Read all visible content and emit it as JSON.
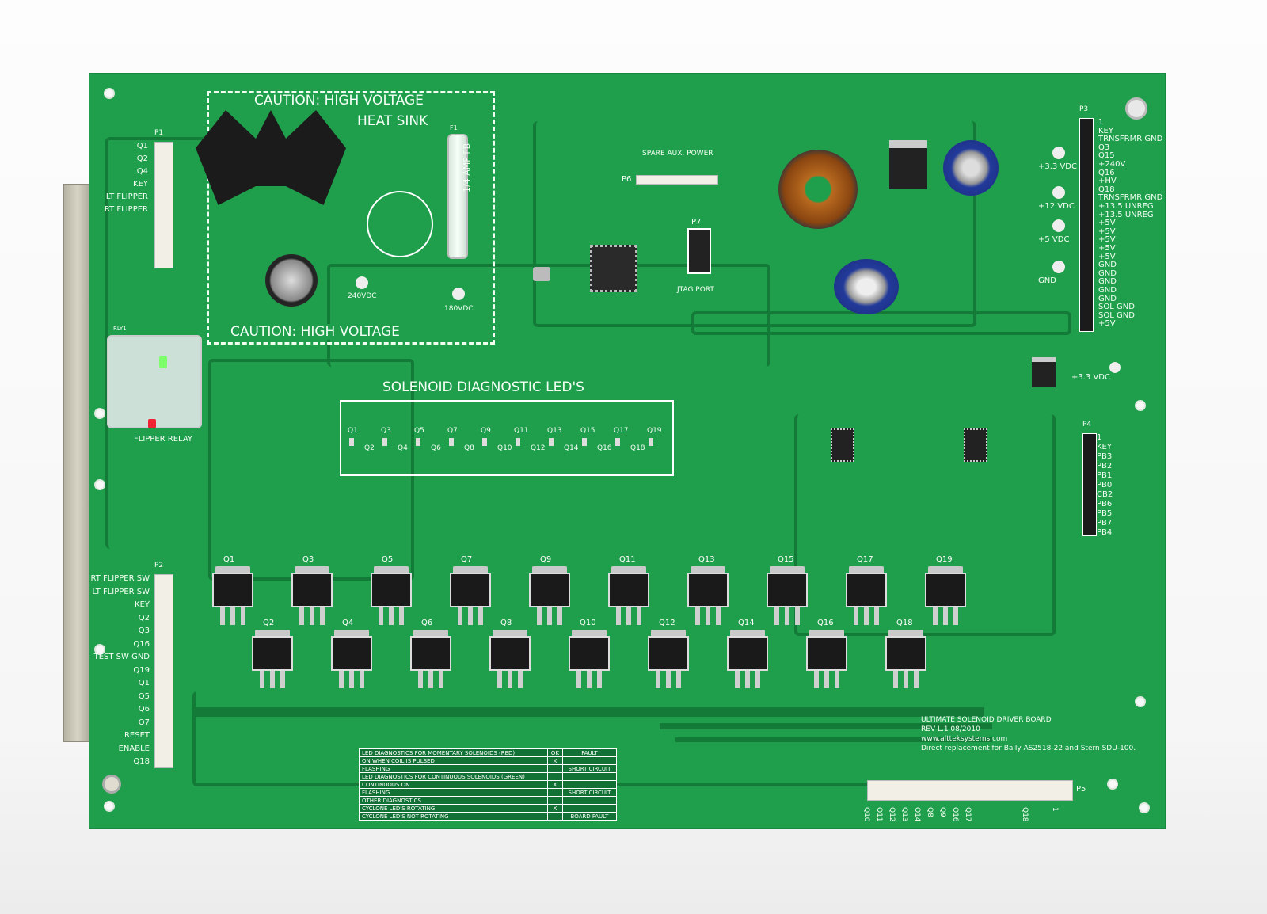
{
  "board": {
    "caution_top": "CAUTION:  HIGH VOLTAGE",
    "heat_sink": "HEAT SINK",
    "caution_bottom": "CAUTION:  HIGH VOLTAGE",
    "fuse": "1/4 AMP FB",
    "fuse_ref": "F1",
    "tp1": "240VDC",
    "tp2": "180VDC",
    "spare_aux": "SPARE AUX. POWER",
    "p6": "P6",
    "p7": "P7",
    "jtag": "JTAG PORT",
    "diag_title": "SOLENOID DIAGNOSTIC LED'S",
    "relay": "FLIPPER RELAY",
    "rly_ref": "RLY1",
    "tp_labels": [
      "+3.3 VDC",
      "+12 VDC",
      "+5 VDC",
      "GND"
    ],
    "tp3": "+3.3 VDC",
    "info": [
      "ULTIMATE SOLENOID DRIVER BOARD",
      "REV L.1   08/2010",
      "www.altteksystems.com",
      "Direct replacement for Bally AS2518-22 and Stern SDU-100."
    ]
  },
  "diag_leds": {
    "top": [
      "Q1",
      "Q3",
      "Q5",
      "Q7",
      "Q9",
      "Q11",
      "Q13",
      "Q15",
      "Q17",
      "Q19"
    ],
    "bottom": [
      "Q2",
      "Q4",
      "Q6",
      "Q8",
      "Q10",
      "Q12",
      "Q14",
      "Q16",
      "Q18"
    ]
  },
  "transistors": {
    "top": [
      "Q1",
      "Q3",
      "Q5",
      "Q7",
      "Q9",
      "Q11",
      "Q13",
      "Q15",
      "Q17",
      "Q19"
    ],
    "bottom": [
      "Q2",
      "Q4",
      "Q6",
      "Q8",
      "Q10",
      "Q12",
      "Q14",
      "Q16",
      "Q18"
    ]
  },
  "p1": {
    "ref": "P1",
    "labels": [
      "Q1",
      "Q2",
      "Q4",
      "KEY",
      "LT FLIPPER",
      "RT FLIPPER"
    ]
  },
  "p2": {
    "ref": "P2",
    "labels": [
      "RT FLIPPER SW",
      "LT FLIPPER SW",
      "KEY",
      "Q2",
      "Q3",
      "Q16",
      "TEST SW GND",
      "Q19",
      "Q1",
      "Q5",
      "Q6",
      "Q7",
      "RESET",
      "ENABLE",
      "Q18"
    ]
  },
  "p3": {
    "ref": "P3",
    "labels": [
      "1",
      "KEY",
      "TRNSFRMR GND",
      "Q3",
      "Q15",
      "+240V",
      "Q16",
      "+HV",
      "Q18",
      "TRNSFRMR GND",
      "+13.5 UNREG",
      "+13.5 UNREG",
      "+5V",
      "+5V",
      "+5V",
      "+5V",
      "+5V",
      "GND",
      "GND",
      "GND",
      "GND",
      "GND",
      "SOL GND",
      "SOL GND",
      "+5V"
    ]
  },
  "p4": {
    "ref": "P4",
    "labels": [
      "1",
      "KEY",
      "PB3",
      "PB2",
      "PB1",
      "PB0",
      "CB2",
      "PB6",
      "PB5",
      "PB7",
      "PB4"
    ]
  },
  "p5": {
    "ref": "P5",
    "labels": [
      "Q10",
      "Q11",
      "Q12",
      "Q13",
      "Q14",
      "Q8",
      "Q9",
      "Q16",
      "Q17",
      "Q18",
      "1"
    ]
  },
  "diag_table": {
    "header": [
      "LED DIAGNOSTICS FOR MOMENTARY SOLENOIDS (RED)",
      "OK",
      "FAULT"
    ],
    "rows": [
      [
        "ON WHEN COIL IS PULSED",
        "X",
        ""
      ],
      [
        "FLASHING",
        "",
        "SHORT CIRCUIT"
      ],
      [
        "LED DIAGNOSTICS FOR CONTINUOUS SOLENOIDS (GREEN)",
        "",
        ""
      ],
      [
        "CONTINUOUS ON",
        "X",
        ""
      ],
      [
        "FLASHING",
        "",
        "SHORT CIRCUIT"
      ],
      [
        "OTHER DIAGNOSTICS",
        "",
        ""
      ],
      [
        "CYCLONE LED'S ROTATING",
        "X",
        ""
      ],
      [
        "CYCLONE LED'S NOT ROTATING",
        "",
        "BOARD FAULT"
      ]
    ]
  },
  "colors": {
    "pcb": "#1f9f4c",
    "trace": "#137a37",
    "silk": "#f4fff6"
  }
}
